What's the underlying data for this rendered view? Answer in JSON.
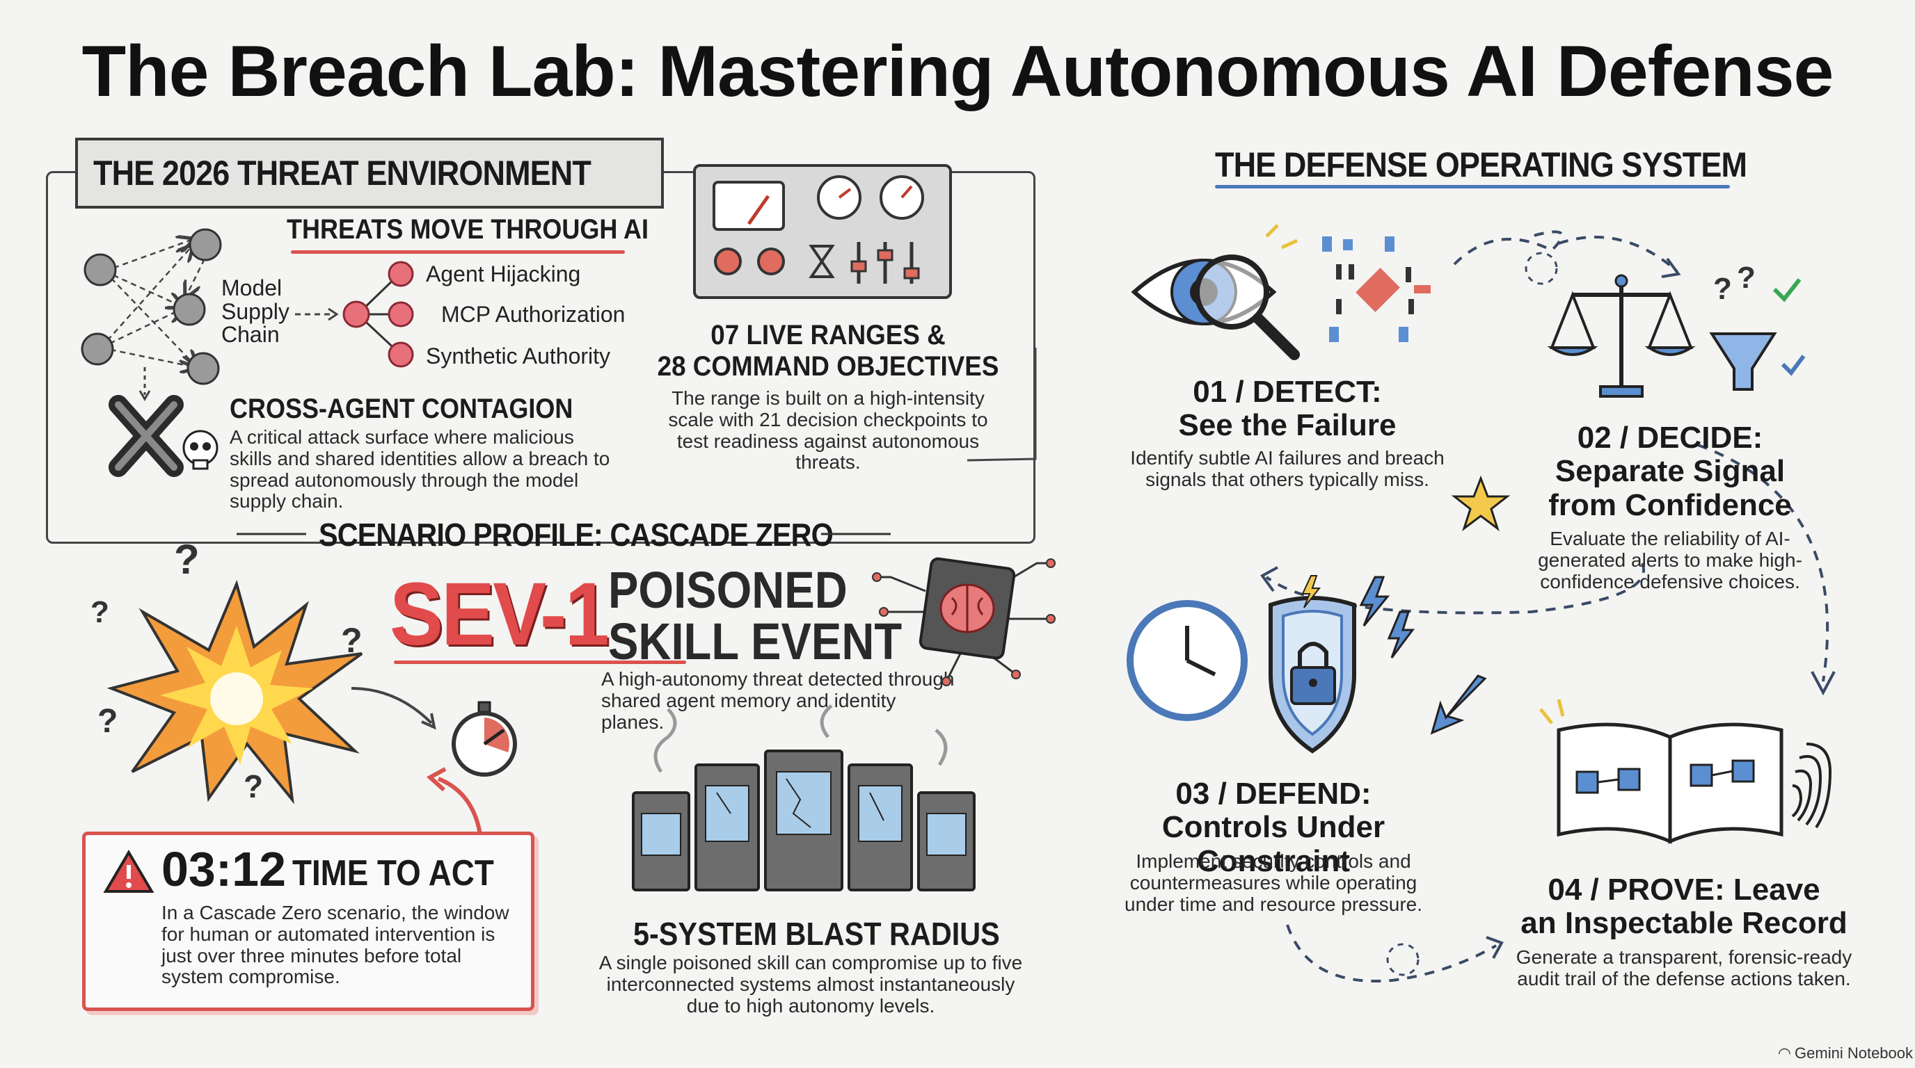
{
  "title": "The Breach Lab: Mastering Autonomous AI Defense",
  "threat_environment": {
    "heading": "THE 2026 THREAT ENVIRONMENT",
    "threats_heading": "THREATS MOVE THROUGH AI",
    "supply_label": [
      "Model",
      "Supply",
      "Chain"
    ],
    "threat_items": [
      "Agent Hijacking",
      "MCP Authorization",
      "Synthetic Authority"
    ],
    "contagion_title": "CROSS-AGENT CONTAGION",
    "contagion_text": "A critical attack surface where malicious skills and shared identities allow a breach to spread autonomously through the model supply chain."
  },
  "ranges": {
    "title_line1": "07 LIVE RANGES &",
    "title_line2": "28 COMMAND OBJECTIVES",
    "text": "The range is built on a high-intensity scale with 21 decision checkpoints to test readiness against autonomous threats."
  },
  "scenario": {
    "heading": "SCENARIO PROFILE: CASCADE ZERO",
    "sev": "SEV-1",
    "event_line1": "POISONED",
    "event_line2": "SKILL EVENT",
    "event_text": "A high-autonomy threat detected through shared agent memory and identity planes.",
    "time_value": "03:12",
    "time_label": "TIME TO ACT",
    "time_text": "In a Cascade Zero scenario, the window for human or automated intervention is just over three minutes before total system compromise.",
    "blast_title": "5-SYSTEM BLAST RADIUS",
    "blast_text": "A single poisoned skill can compromise up to five interconnected systems almost instantaneously due to high autonomy levels."
  },
  "defense": {
    "heading": "THE DEFENSE OPERATING SYSTEM",
    "steps": [
      {
        "title_line1": "01 / DETECT:",
        "title_line2": "See the Failure",
        "text": "Identify subtle AI failures and breach signals that others typically miss."
      },
      {
        "title_line1": "02 / DECIDE:",
        "title_line2": "Separate Signal",
        "title_line3": "from Confidence",
        "text": "Evaluate the reliability of AI-generated alerts to make high-confidence defensive choices."
      },
      {
        "title_line1": "03 / DEFEND:",
        "title_line2": "Controls Under Constraint",
        "text": "Implement security controls and countermeasures while operating under time and resource pressure."
      },
      {
        "title_line1": "04 / PROVE: Leave",
        "title_line2": "an Inspectable Record",
        "text": "Generate a transparent, forensic-ready audit trail of the defense actions taken."
      }
    ]
  },
  "watermark": "Gemini Notebook",
  "colors": {
    "accent_red": "#d9534f",
    "accent_blue": "#4a78b8",
    "node_red": "#e8707a",
    "node_gray": "#9a9a9a"
  }
}
